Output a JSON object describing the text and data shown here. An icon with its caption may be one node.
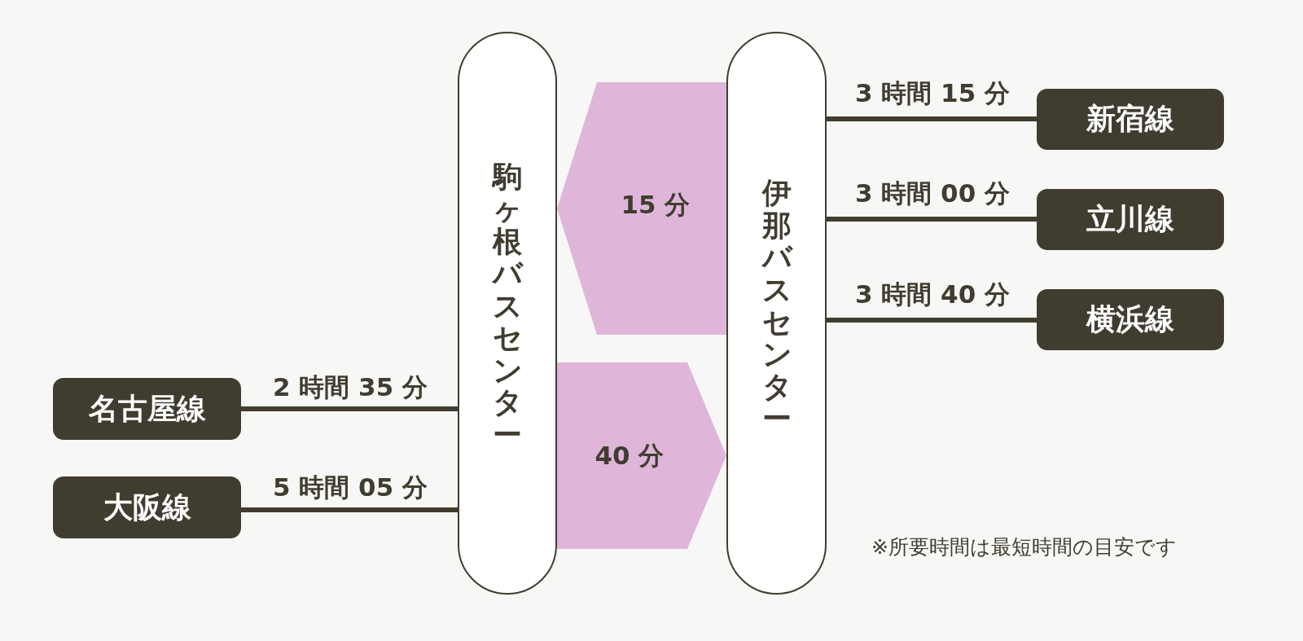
{
  "diagram": {
    "nodes": [
      {
        "text": [
          "駒ヶ根バスセンター"
        ]
      },
      {
        "text": [
          "伊那バスセンター"
        ]
      },
      {
        "text": [
          "新宿線"
        ]
      },
      {
        "text": [
          "立川線"
        ]
      },
      {
        "text": [
          "横浜線"
        ]
      },
      {
        "text": [
          "名古屋線"
        ]
      },
      {
        "text": [
          "大阪線"
        ]
      }
    ],
    "edges": [
      {
        "from": 1,
        "to": 0,
        "arrow": "to",
        "label": "15 分",
        "style": "thick",
        "color": "#dfb6d9"
      },
      {
        "from": 0,
        "to": 1,
        "arrow": "to",
        "label": "40 分",
        "style": "thick",
        "color": "#dfb6d9"
      },
      {
        "from": 1,
        "to": 2,
        "arrow": "none",
        "label": "3 時間 15 分"
      },
      {
        "from": 1,
        "to": 3,
        "arrow": "none",
        "label": "3 時間 00 分"
      },
      {
        "from": 1,
        "to": 4,
        "arrow": "none",
        "label": "3 時間 40 分"
      },
      {
        "from": 5,
        "to": 0,
        "arrow": "none",
        "label": "2 時間 35 分"
      },
      {
        "from": 6,
        "to": 0,
        "arrow": "none",
        "label": "5 時間 05 分"
      }
    ],
    "labels": [
      "※所要時間は最短時間の目安です"
    ]
  }
}
